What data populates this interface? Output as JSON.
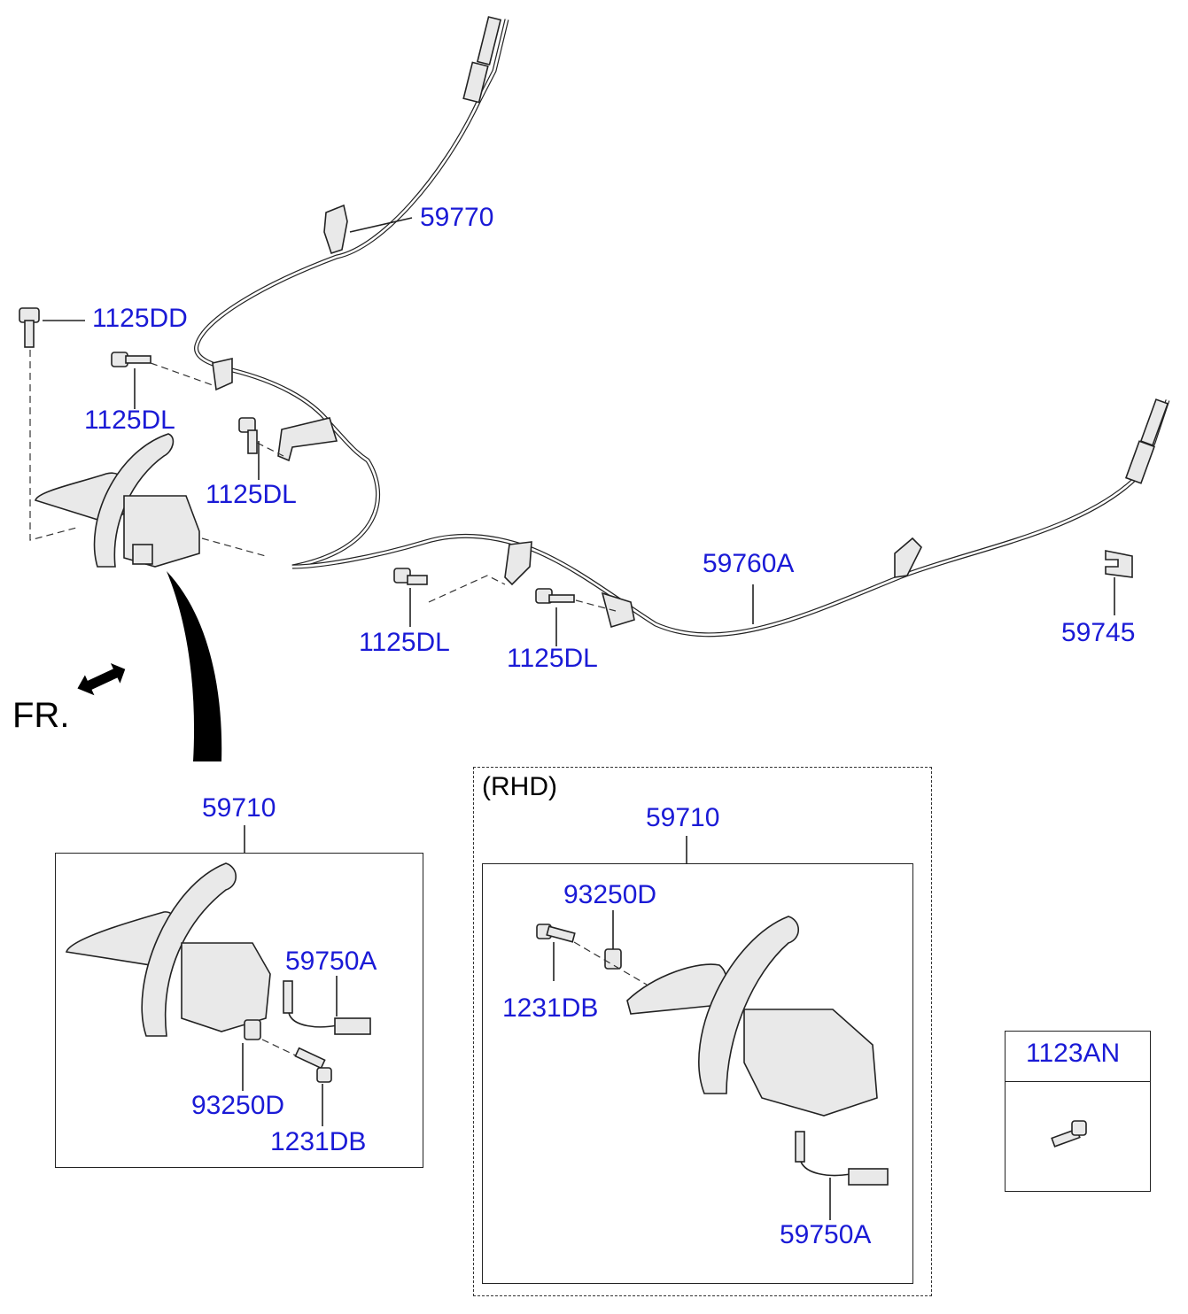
{
  "labels": {
    "cable_rear_upper": "59770",
    "bolt_top": "1125DD",
    "bolt_a": "1125DL",
    "bolt_b": "1125DL",
    "bolt_c": "1125DL",
    "bolt_d": "1125DL",
    "cable_rear_right": "59760A",
    "clip": "59745",
    "front_indicator": "FR.",
    "lever_assy_lhd": "59710",
    "switch_lhd": "59750A",
    "bracket_lhd": "93250D",
    "screw_lhd": "1231DB",
    "rhd_caption": "(RHD)",
    "lever_assy_rhd": "59710",
    "bracket_rhd": "93250D",
    "screw_rhd": "1231DB",
    "switch_rhd": "59750A",
    "bolt_ref": "1123AN"
  }
}
